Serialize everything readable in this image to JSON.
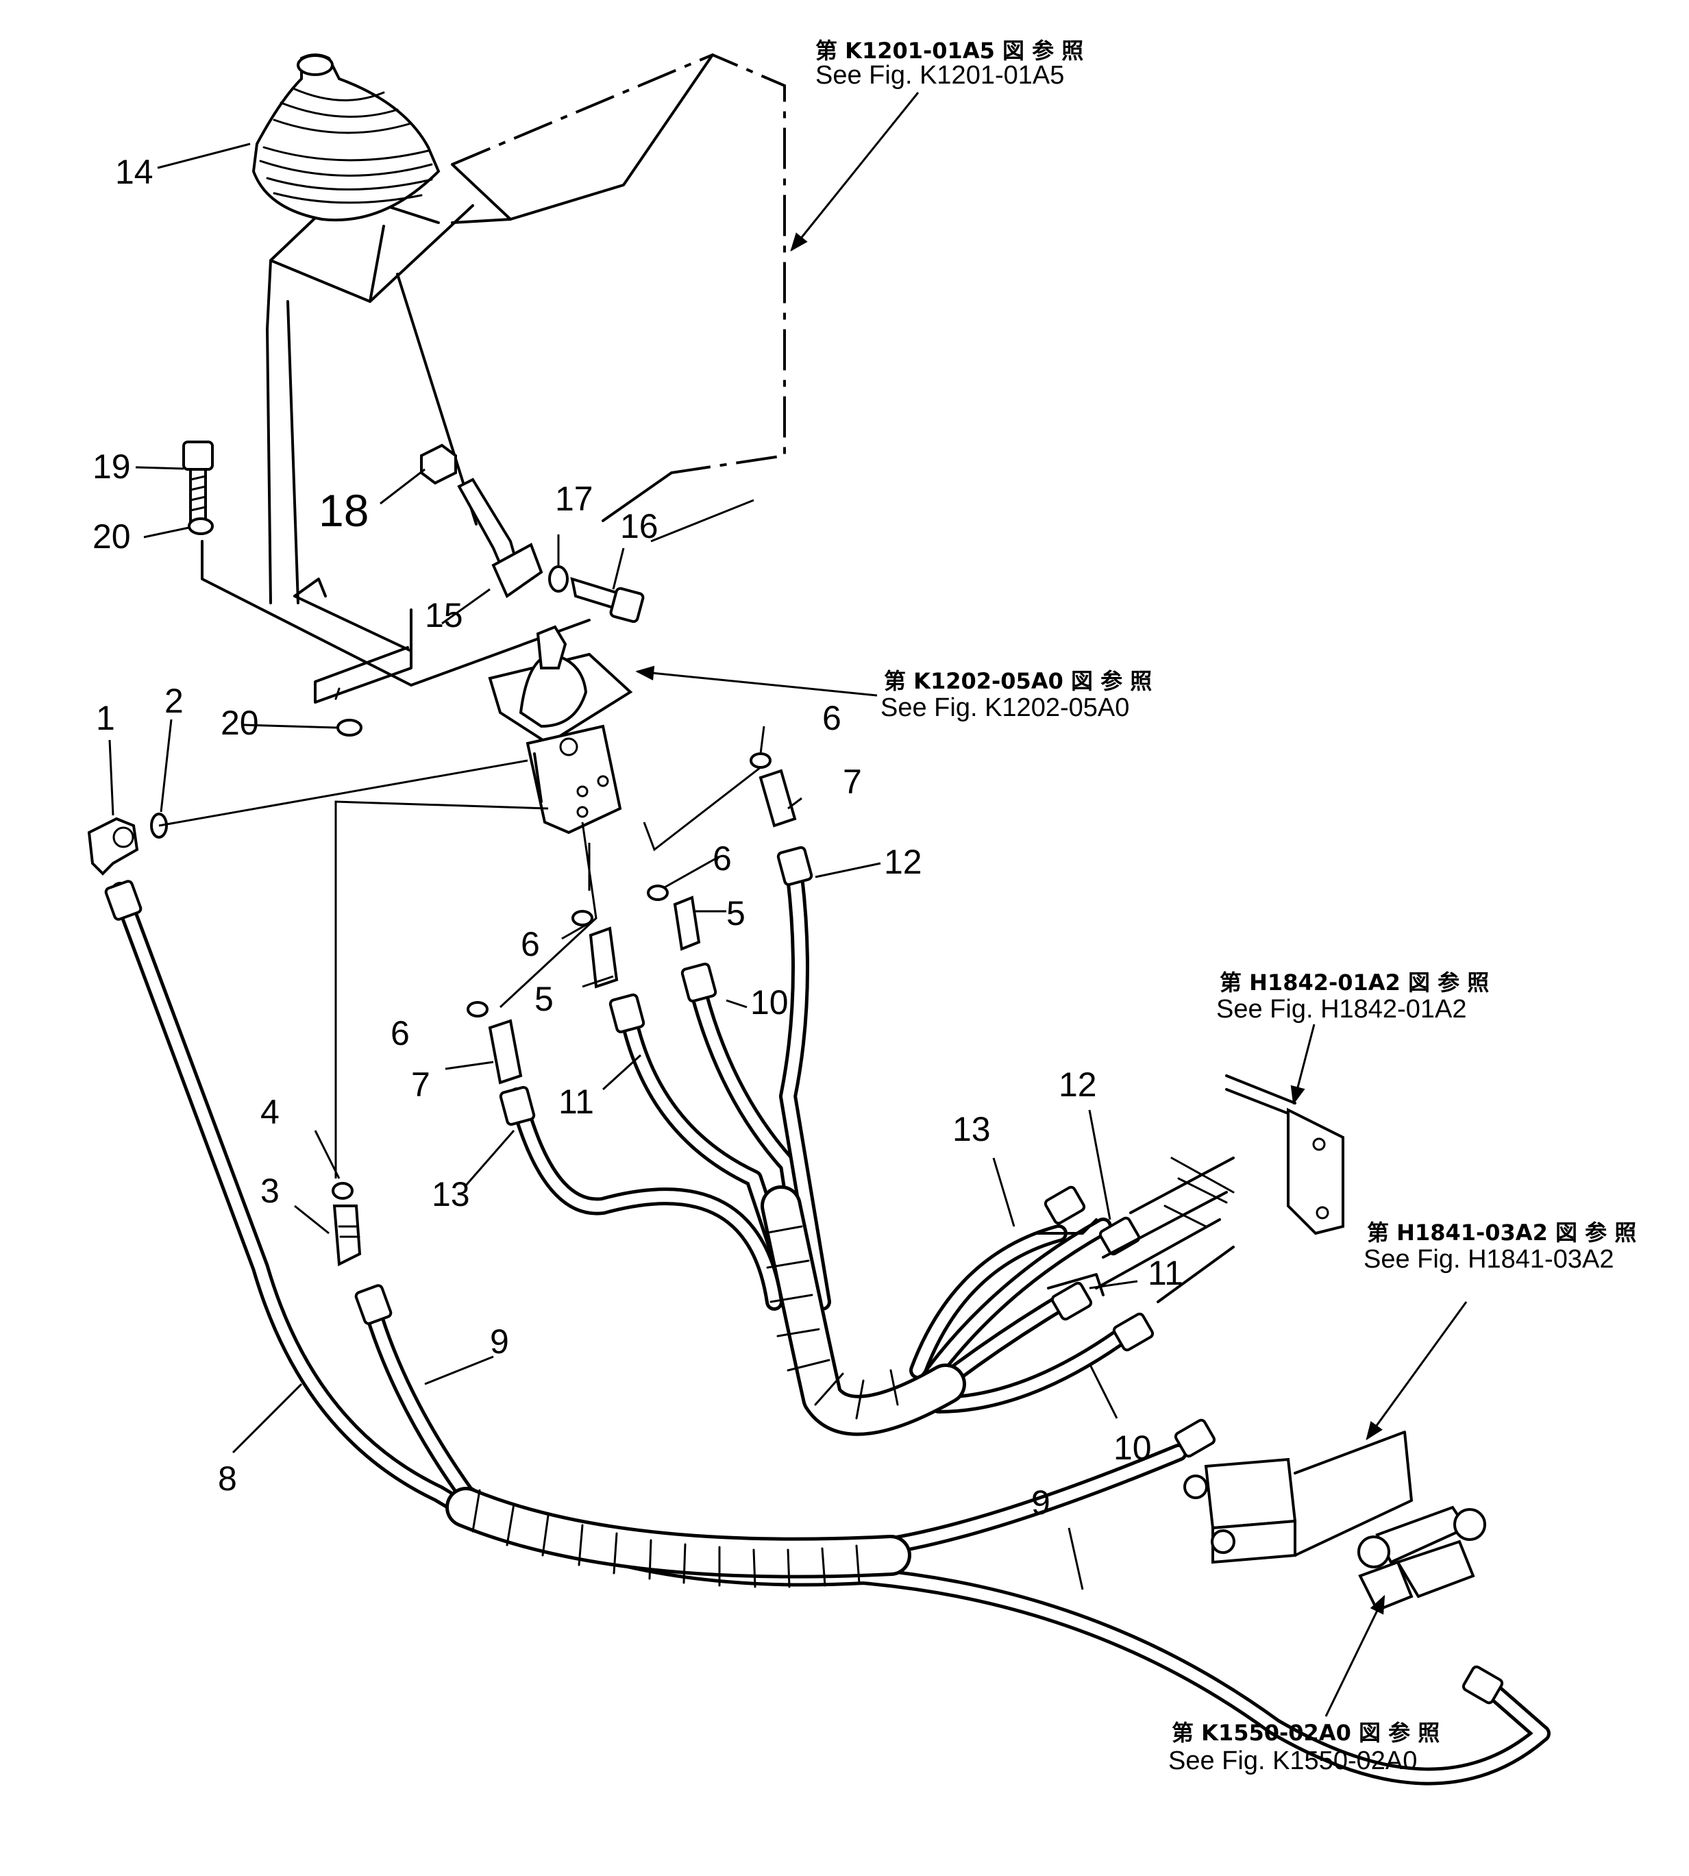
{
  "part_labels": {
    "p1": "1",
    "p2": "2",
    "p3": "3",
    "p4": "4",
    "p5a": "5",
    "p5b": "5",
    "p6a": "6",
    "p6b": "6",
    "p6c": "6",
    "p6d": "6",
    "p7a": "7",
    "p7b": "7",
    "p8": "8",
    "p9a": "9",
    "p9b": "9",
    "p10a": "10",
    "p10b": "10",
    "p11a": "11",
    "p11b": "11",
    "p12a": "12",
    "p12b": "12",
    "p13a": "13",
    "p13b": "13",
    "p14": "14",
    "p15": "15",
    "p16": "16",
    "p17": "17",
    "p18": "18",
    "p19": "19",
    "p20a": "20",
    "p20b": "20"
  },
  "references": {
    "k1201_jp": "第 K1201-01A5 図 参 照",
    "k1201_en": "See Fig. K1201-01A5",
    "k1202_jp": "第 K1202-05A0 図 参 照",
    "k1202_en": "See Fig. K1202-05A0",
    "h1842_jp": "第 H1842-01A2 図 参 照",
    "h1842_en": "See Fig. H1842-01A2",
    "h1841_jp": "第 H1841-03A2 図 参 照",
    "h1841_en": "See Fig. H1841-03A2",
    "k1550_jp": "第 K1550-02A0 図 参 照",
    "k1550_en": "See Fig. K1550-02A0"
  }
}
